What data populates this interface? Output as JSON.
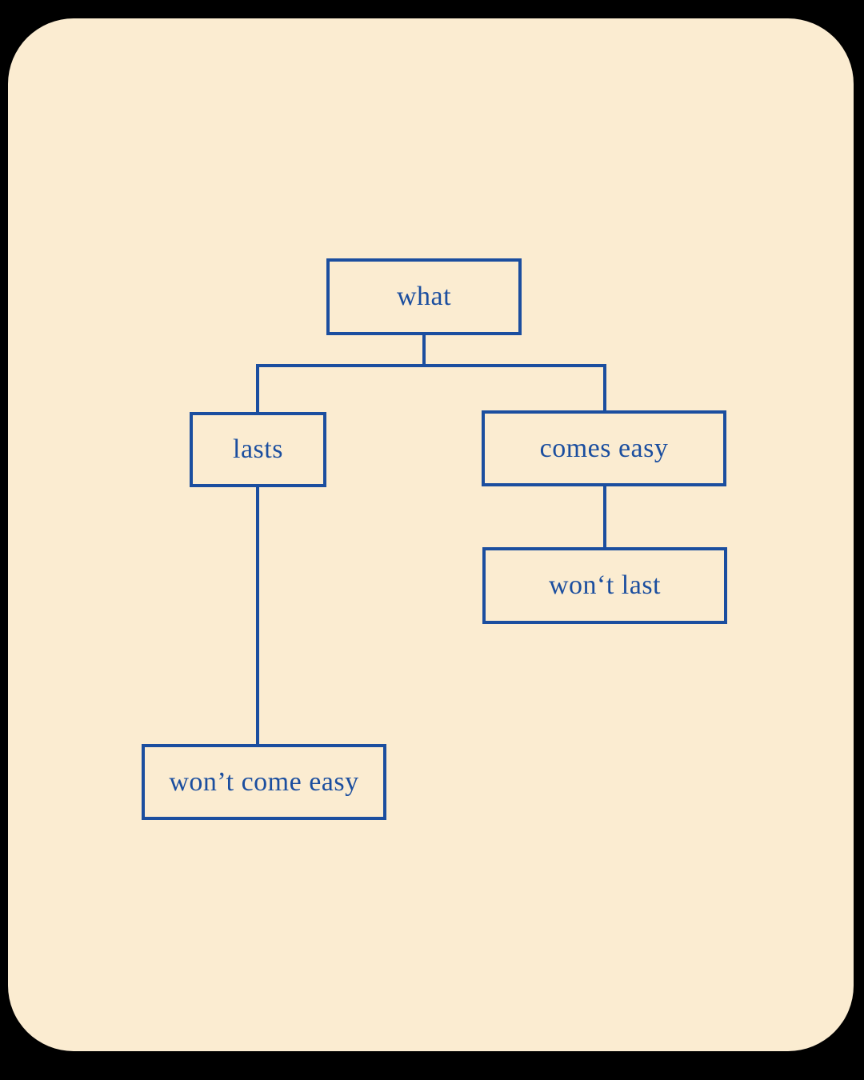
{
  "diagram": {
    "type": "flowchart",
    "colors": {
      "canvas_background": "#fbecd1",
      "outer_background": "#000000",
      "accent": "#1b4e9f"
    },
    "nodes": {
      "root": {
        "label": "what"
      },
      "left": {
        "label": "lasts"
      },
      "right": {
        "label": "comes easy"
      },
      "right_child": {
        "label": "won‘t last"
      },
      "left_child": {
        "label": "won’t come easy"
      }
    },
    "edges": [
      {
        "from": "what",
        "to": "lasts"
      },
      {
        "from": "what",
        "to": "comes easy"
      },
      {
        "from": "lasts",
        "to": "won’t come easy"
      },
      {
        "from": "comes easy",
        "to": "won‘t last"
      }
    ]
  }
}
